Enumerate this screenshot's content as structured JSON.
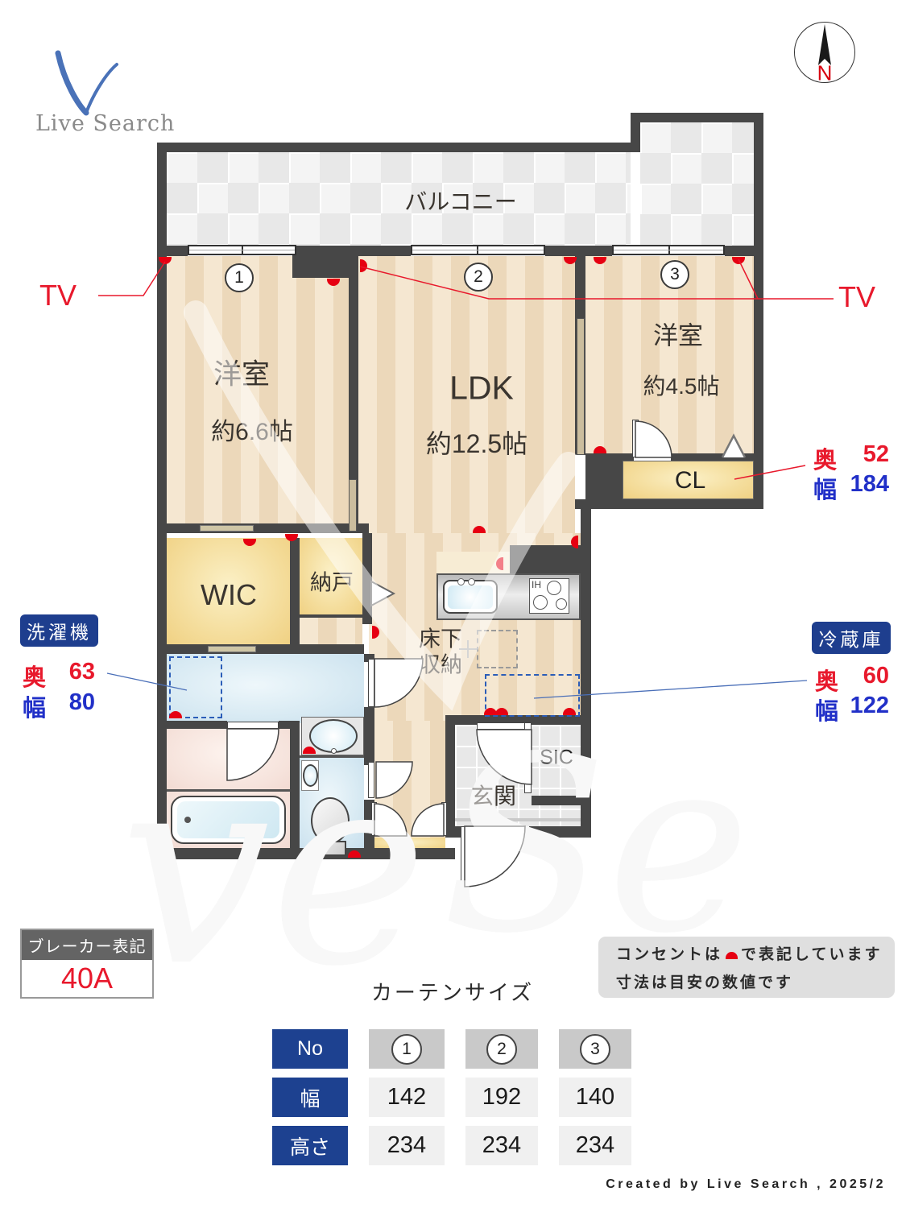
{
  "logo": {
    "text": "Live Search"
  },
  "compass": {
    "n": "N"
  },
  "plan": {
    "balcony_label": "バルコニー",
    "room1": {
      "name": "洋室",
      "size": "約6.6帖",
      "no": "1"
    },
    "room2": {
      "name": "LDK",
      "size": "約12.5帖",
      "no": "2"
    },
    "room3": {
      "name": "洋室",
      "size": "約4.5帖",
      "no": "3"
    },
    "wic": "WIC",
    "nando": "納戸",
    "cl": "CL",
    "underfloor1": "床下",
    "underfloor2": "収納",
    "genkan": "玄関",
    "sic": "SIC",
    "tv_left": "TV",
    "tv_right": "TV",
    "kitchen_ih": "IH",
    "cl_dims": {
      "d_label": "奥",
      "d": "52",
      "w_label": "幅",
      "w": "184"
    },
    "washer": {
      "title": "洗濯機",
      "d_label": "奥",
      "d": "63",
      "w_label": "幅",
      "w": "80"
    },
    "fridge": {
      "title": "冷蔵庫",
      "d_label": "奥",
      "d": "60",
      "w_label": "幅",
      "w": "122"
    }
  },
  "breaker": {
    "title": "ブレーカー表記",
    "value": "40A"
  },
  "notes": {
    "l1a": "コンセントは",
    "l1b": "で表記しています",
    "l2": "寸法は目安の数値です"
  },
  "curtain": {
    "title": "カーテンサイズ",
    "no_label": "No",
    "w_label": "幅",
    "h_label": "高さ",
    "cols": [
      "1",
      "2",
      "3"
    ],
    "widths": [
      "142",
      "192",
      "140"
    ],
    "heights": [
      "234",
      "234",
      "234"
    ]
  },
  "credit": "Created by Live Search , 2025/2",
  "watermark": {
    "left": "ve",
    "right": "Se"
  },
  "colors": {
    "accent_navy": "#1d4190",
    "outlet_red": "#e60012",
    "dim_red": "#e8192c",
    "dim_blue": "#2130c8"
  }
}
